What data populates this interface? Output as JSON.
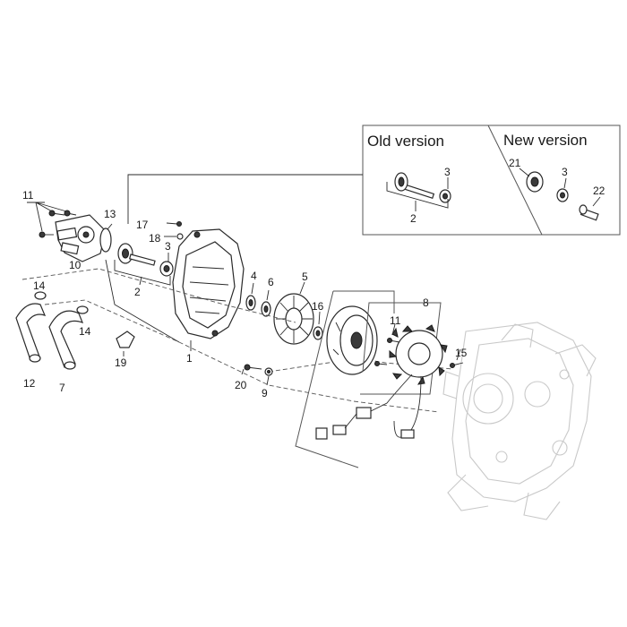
{
  "inset": {
    "old_heading": "Old version",
    "new_heading": "New version"
  },
  "callouts": {
    "c1": "1",
    "c2": "2",
    "c2b": "2",
    "c3": "3",
    "c3b": "3",
    "c3c": "3",
    "c4": "4",
    "c5": "5",
    "c6": "6",
    "c7": "7",
    "c8": "8",
    "c9": "9",
    "c10": "10",
    "c11": "11",
    "c11b": "11",
    "c12": "12",
    "c13": "13",
    "c14": "14",
    "c14b": "14",
    "c15": "15",
    "c16": "16",
    "c17": "17",
    "c18": "18",
    "c19": "19",
    "c20": "20",
    "c21": "21",
    "c22": "22"
  }
}
